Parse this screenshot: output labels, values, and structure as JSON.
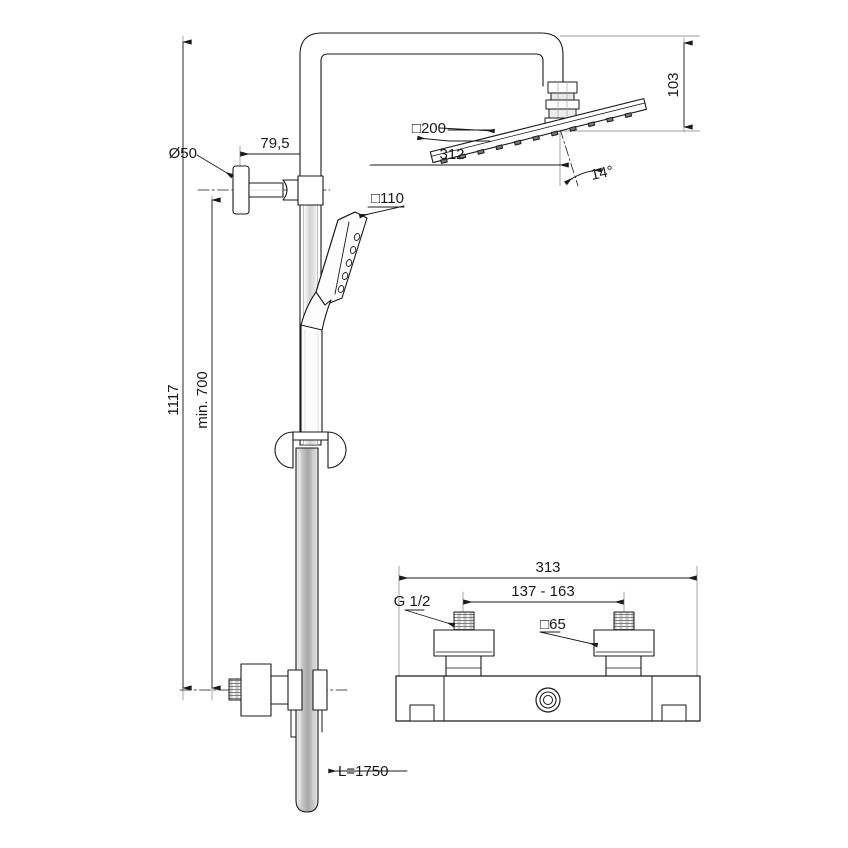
{
  "drawing": {
    "title": "Shower column technical dimension drawing",
    "units": "mm",
    "line_color": "#1a1a1a",
    "fill_light": "#ffffff",
    "fill_metal": "#b3b3b3",
    "fill_shade": "#d9d9d9"
  },
  "dimensions": {
    "overall_height": "1117",
    "min_height": "min. 700",
    "wall_to_riser": "79,5",
    "wall_plate_dia": "Ø50",
    "head_projection": "312",
    "head_height": "103",
    "head_size": "□200",
    "head_angle": "14°",
    "hand_shower_size": "□110",
    "hose_length": "L=1750",
    "thermo_width": "313",
    "inlet_spacing": "137 - 163",
    "inlet_thread": "G 1/2",
    "inlet_cover_size": "□65"
  },
  "labels": [
    {
      "id": "height-1117",
      "text": "1117",
      "kind": "vertical-dim"
    },
    {
      "id": "height-min700",
      "text": "min. 700",
      "kind": "vertical-dim"
    },
    {
      "id": "wall-offset-795",
      "text": "79,5",
      "kind": "horizontal-dim"
    },
    {
      "id": "wall-plate-d50",
      "text": "Ø50",
      "kind": "leader"
    },
    {
      "id": "projection-312",
      "text": "312",
      "kind": "horizontal-dim"
    },
    {
      "id": "head-height-103",
      "text": "103",
      "kind": "vertical-dim"
    },
    {
      "id": "head-square-200",
      "text": "□200",
      "kind": "leader"
    },
    {
      "id": "head-angle-14",
      "text": "14°",
      "kind": "angle-dim"
    },
    {
      "id": "hand-square-110",
      "text": "□110",
      "kind": "leader"
    },
    {
      "id": "hose-length",
      "text": "L=1750",
      "kind": "leader"
    },
    {
      "id": "thermo-width-313",
      "text": "313",
      "kind": "horizontal-dim"
    },
    {
      "id": "inlet-spacing",
      "text": "137 - 163",
      "kind": "horizontal-dim"
    },
    {
      "id": "inlet-thread-g12",
      "text": "G 1/2",
      "kind": "leader"
    },
    {
      "id": "inlet-cover-65",
      "text": "□65",
      "kind": "leader"
    }
  ]
}
